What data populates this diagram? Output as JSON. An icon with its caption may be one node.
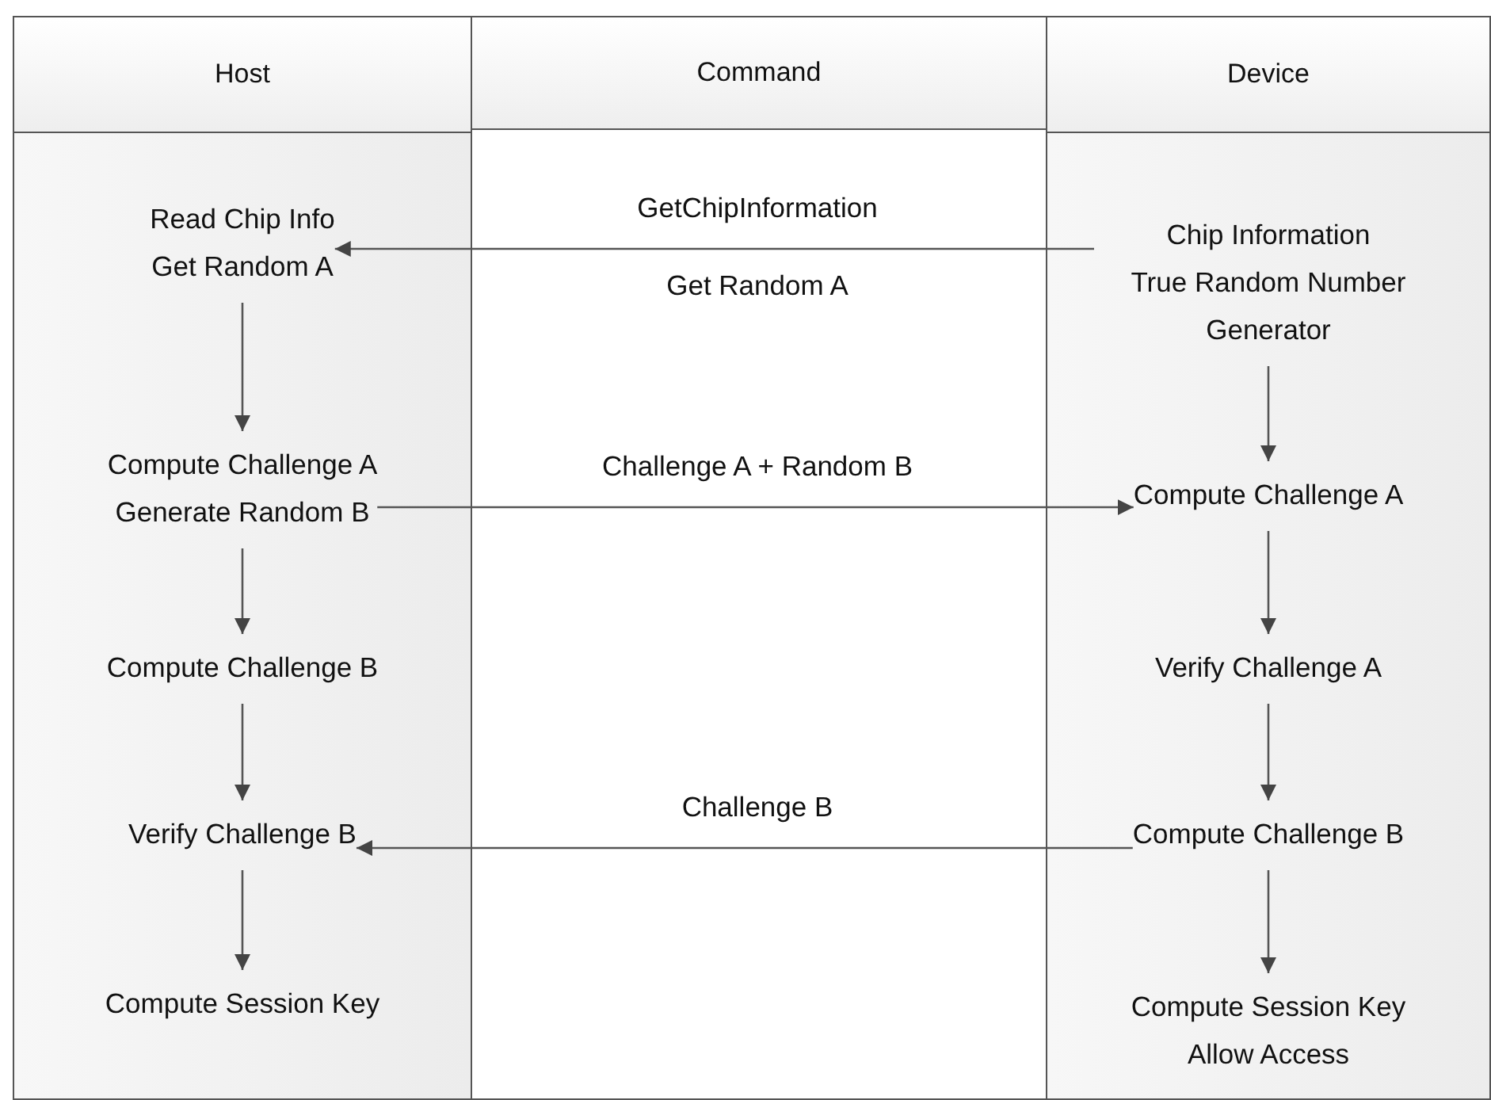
{
  "diagram": {
    "nodes": [
      {
        "text": [
          "Host"
        ]
      },
      {
        "text": [
          "Read Chip Info",
          "Get Random A"
        ],
        "in": 0
      },
      {
        "text": [
          "Compute Challenge A",
          "Generate Random B"
        ],
        "in": 0
      },
      {
        "text": [
          "Compute Challenge B"
        ],
        "in": 0
      },
      {
        "text": [
          "Verify Challenge B"
        ],
        "in": 0
      },
      {
        "text": [
          "Compute Session Key"
        ],
        "in": 0
      },
      {
        "text": [
          "Command"
        ]
      },
      {
        "text": [
          "Device"
        ]
      },
      {
        "text": [
          "Chip Information",
          "True Random Number Generator"
        ],
        "in": 7
      },
      {
        "text": [
          "Compute Challenge A"
        ],
        "in": 7
      },
      {
        "text": [
          "Verify Challenge A"
        ],
        "in": 7
      },
      {
        "text": [
          "Compute Challenge B"
        ],
        "in": 7
      },
      {
        "text": [
          "Compute Session Key",
          "Allow Access"
        ],
        "in": 7
      }
    ],
    "edges": [
      {
        "from": 1,
        "to": 2,
        "arrow": "to"
      },
      {
        "from": 2,
        "to": 3,
        "arrow": "to"
      },
      {
        "from": 3,
        "to": 4,
        "arrow": "to"
      },
      {
        "from": 4,
        "to": 5,
        "arrow": "to"
      },
      {
        "from": 8,
        "to": 9,
        "arrow": "to"
      },
      {
        "from": 9,
        "to": 10,
        "arrow": "to"
      },
      {
        "from": 10,
        "to": 11,
        "arrow": "to"
      },
      {
        "from": 11,
        "to": 12,
        "arrow": "to"
      },
      {
        "from": 8,
        "to": 1,
        "arrow": "to",
        "label": "GetChipInformation"
      },
      {
        "from": 2,
        "to": 9,
        "arrow": "to",
        "label": "Challenge A + Random B"
      },
      {
        "from": 11,
        "to": 4,
        "arrow": "to",
        "label": "Challenge B"
      }
    ],
    "labels": [
      "Get Random A"
    ]
  }
}
